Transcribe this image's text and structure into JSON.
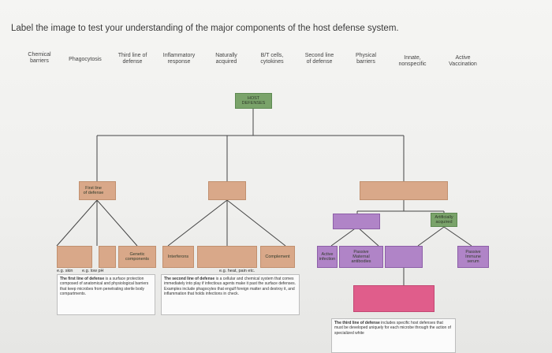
{
  "title": "Label the image to test your understanding of the major components of the host defense system.",
  "terms": [
    "Chemical\nbarriers",
    "Phagocytosis",
    "Third line of\ndefense",
    "Inflammatory\nresponse",
    "Naturally\nacquired",
    "B/T cells,\ncytokines",
    "Second line\nof defense",
    "Physical\nbarriers",
    "Innate,\nnonspecific",
    "Active\nVaccination"
  ],
  "nodes": {
    "host": "HOST\nDEFENSES",
    "first_line": "First line\nof defense",
    "artificially_acquired": "Artificially\nacquired",
    "genetic_components": "Genetic\ncomponents",
    "interferons": "Interferons",
    "complement": "Complement",
    "active_infection": "Active\ninfection",
    "passive_maternal": "Passive\nMaternal\nantibodies",
    "passive_immune_serum": "Passive\nImmune\nserum"
  },
  "examples": {
    "skin": "e.g. skin",
    "low_ph": "e.g. low pH",
    "heat_pain": "e.g. heat, pain etc."
  },
  "panels": {
    "first": {
      "bold": "The first line of defense",
      "text": " is a surface protection composed of anatomical and physiological barriers that keep microbes from penetrating sterile body compartments."
    },
    "second": {
      "bold": "The second line of defense",
      "text": " is a cellular and chemical system that comes immediately into play if infectious agents make it past the surface defenses. Examples include phagocytes that engulf foreign matter and destroy it, and inflammation that holds infections in check."
    },
    "third": {
      "bold": "The third line of defense",
      "text": " includes specific host defenses that must be developed uniquely for each microbe through the action of specialized white"
    }
  },
  "colors": {
    "green": "#7aa36a",
    "salmon": "#d9a889",
    "purple": "#b084c7",
    "pink": "#e05d8b"
  }
}
